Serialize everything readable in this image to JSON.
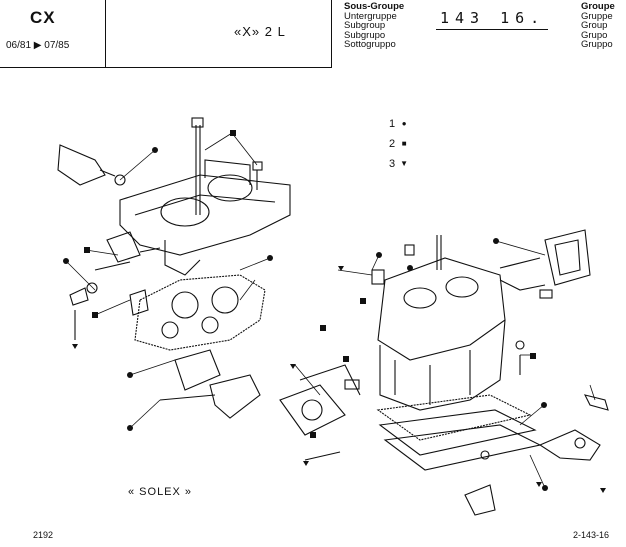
{
  "header": {
    "model": "CX",
    "years": "06/81 ▶ 07/85",
    "engine": "«X» 2 L",
    "subgroup_labels": [
      "Sous-Groupe",
      "Untergruppe",
      "Subgroup",
      "Subgrupo",
      "Sottogruppo"
    ],
    "code": "143 16.",
    "group_labels": [
      "Groupe",
      "Gruppe",
      "Group",
      "Grupo",
      "Gruppo"
    ]
  },
  "legend": [
    {
      "num": "1",
      "symbol": "●"
    },
    {
      "num": "2",
      "symbol": "■"
    },
    {
      "num": "3",
      "symbol": "▼"
    }
  ],
  "brand": "« SOLEX »",
  "footer": {
    "left": "2192",
    "right": "2-143-16"
  }
}
